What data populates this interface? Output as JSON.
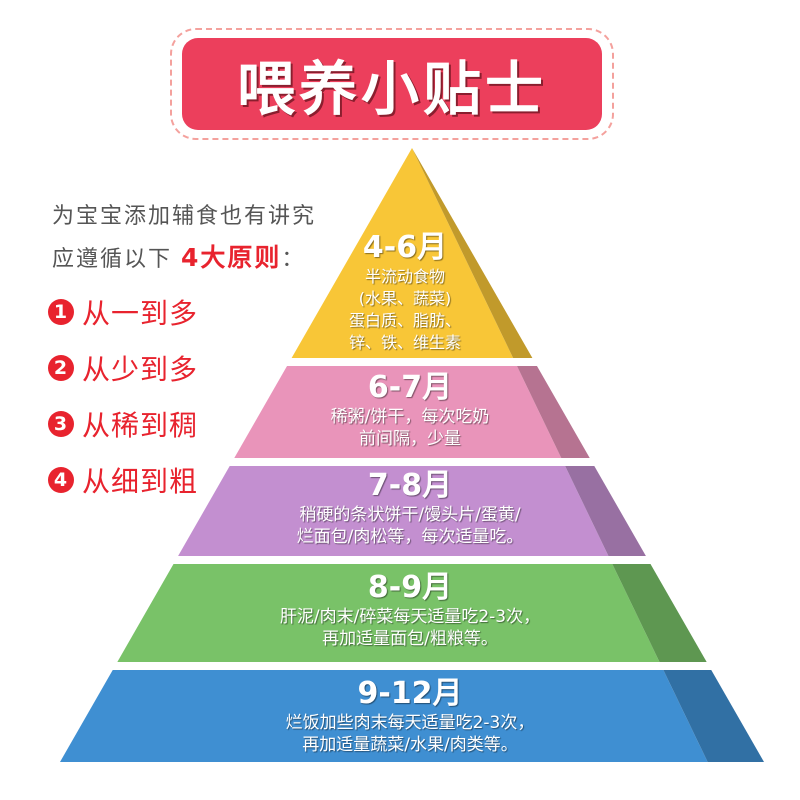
{
  "title": "喂养小贴士",
  "intro": {
    "line1": "为宝宝添加辅食也有讲究",
    "line2_prefix": "应遵循以下",
    "line2_emphasis": "4大原则",
    "line2_suffix": "："
  },
  "rules": [
    {
      "num": "1",
      "text": "从一到多"
    },
    {
      "num": "2",
      "text": "从少到多"
    },
    {
      "num": "3",
      "text": "从稀到稠"
    },
    {
      "num": "4",
      "text": "从细到粗"
    }
  ],
  "pyramid": [
    {
      "month": "4-6月",
      "lines": [
        "半流动食物",
        "(水果、蔬菜)",
        "蛋白质、脂肪、",
        "锌、铁、维生素"
      ],
      "color": "#f8c637"
    },
    {
      "month": "6-7月",
      "lines": [
        "稀粥/饼干，每次吃奶",
        "前间隔，少量"
      ],
      "color": "#e994ba"
    },
    {
      "month": "7-8月",
      "lines": [
        "稍硬的条状饼干/馒头片/蛋黄/",
        "烂面包/肉松等，每次适量吃。"
      ],
      "color": "#c38fd0"
    },
    {
      "month": "8-9月",
      "lines": [
        "肝泥/肉末/碎菜每天适量吃2-3次，",
        "再加适量面包/粗粮等。"
      ],
      "color": "#79c268"
    },
    {
      "month": "9-12月",
      "lines": [
        "烂饭加些肉末每天适量吃2-3次，",
        "再加适量蔬菜/水果/肉类等。"
      ],
      "color": "#3f8fd2"
    }
  ]
}
